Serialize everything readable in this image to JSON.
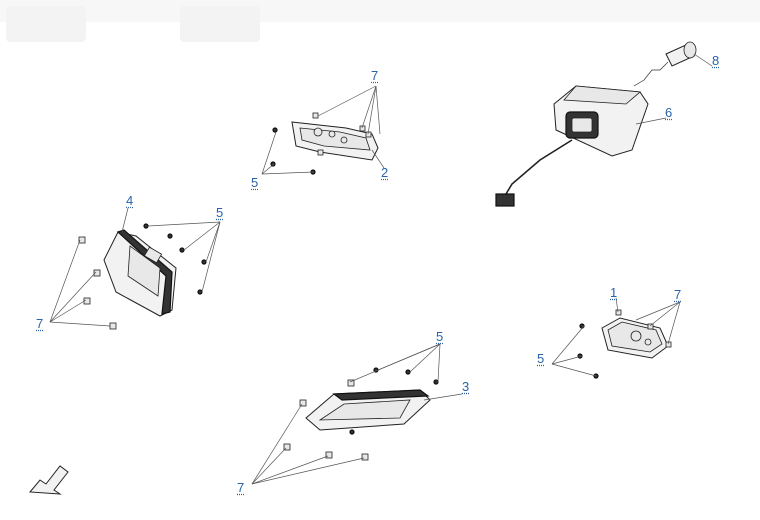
{
  "callouts": {
    "part_1": "1",
    "part_2": "2",
    "part_3": "3",
    "part_4": "4",
    "part_5_a": "5",
    "part_5_b": "5",
    "part_5_c": "5",
    "part_5_d": "5",
    "part_6": "6",
    "part_7_a": "7",
    "part_7_b": "7",
    "part_7_c": "7",
    "part_7_d": "7",
    "part_8": "8"
  },
  "fwd_arrow": "FWD",
  "colors": {
    "label": "#2a63a8",
    "line": "#555555",
    "part_fill": "#f2f2f2",
    "dark": "#333333"
  }
}
